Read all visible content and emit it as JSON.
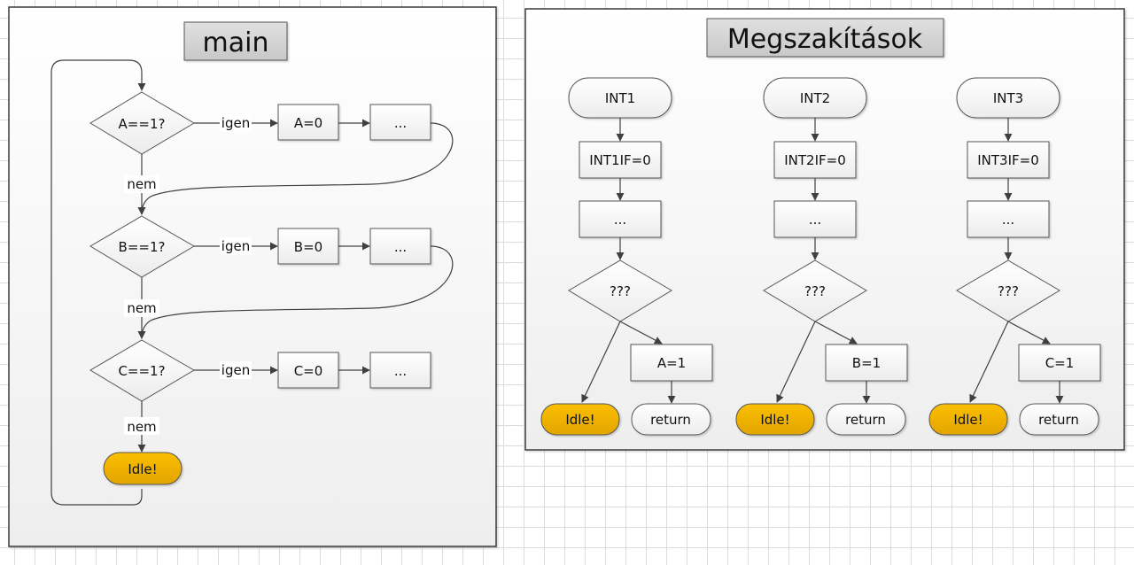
{
  "panels": {
    "main": {
      "title": "main",
      "decisions": [
        {
          "label": "A==1?",
          "yes_label": "igen",
          "no_label": "nem",
          "action": "A=0",
          "next": "..."
        },
        {
          "label": "B==1?",
          "yes_label": "igen",
          "no_label": "nem",
          "action": "B=0",
          "next": "..."
        },
        {
          "label": "C==1?",
          "yes_label": "igen",
          "no_label": "nem",
          "action": "C=0",
          "next": "..."
        }
      ],
      "idle": "Idle!"
    },
    "interrupts": {
      "title": "Megszakítások",
      "columns": [
        {
          "start": "INT1",
          "clear_flag": "INT1IF=0",
          "body": "...",
          "decision": "???",
          "set": "A=1",
          "idle": "Idle!",
          "return": "return"
        },
        {
          "start": "INT2",
          "clear_flag": "INT2IF=0",
          "body": "...",
          "decision": "???",
          "set": "B=1",
          "idle": "Idle!",
          "return": "return"
        },
        {
          "start": "INT3",
          "clear_flag": "INT3IF=0",
          "body": "...",
          "decision": "???",
          "set": "C=1",
          "idle": "Idle!",
          "return": "return"
        }
      ]
    }
  },
  "colors": {
    "idle_fill_top": "#fbbf00",
    "idle_fill_bottom": "#e2a400",
    "stroke": "#404040",
    "title_fill": "#d4d4d4"
  }
}
